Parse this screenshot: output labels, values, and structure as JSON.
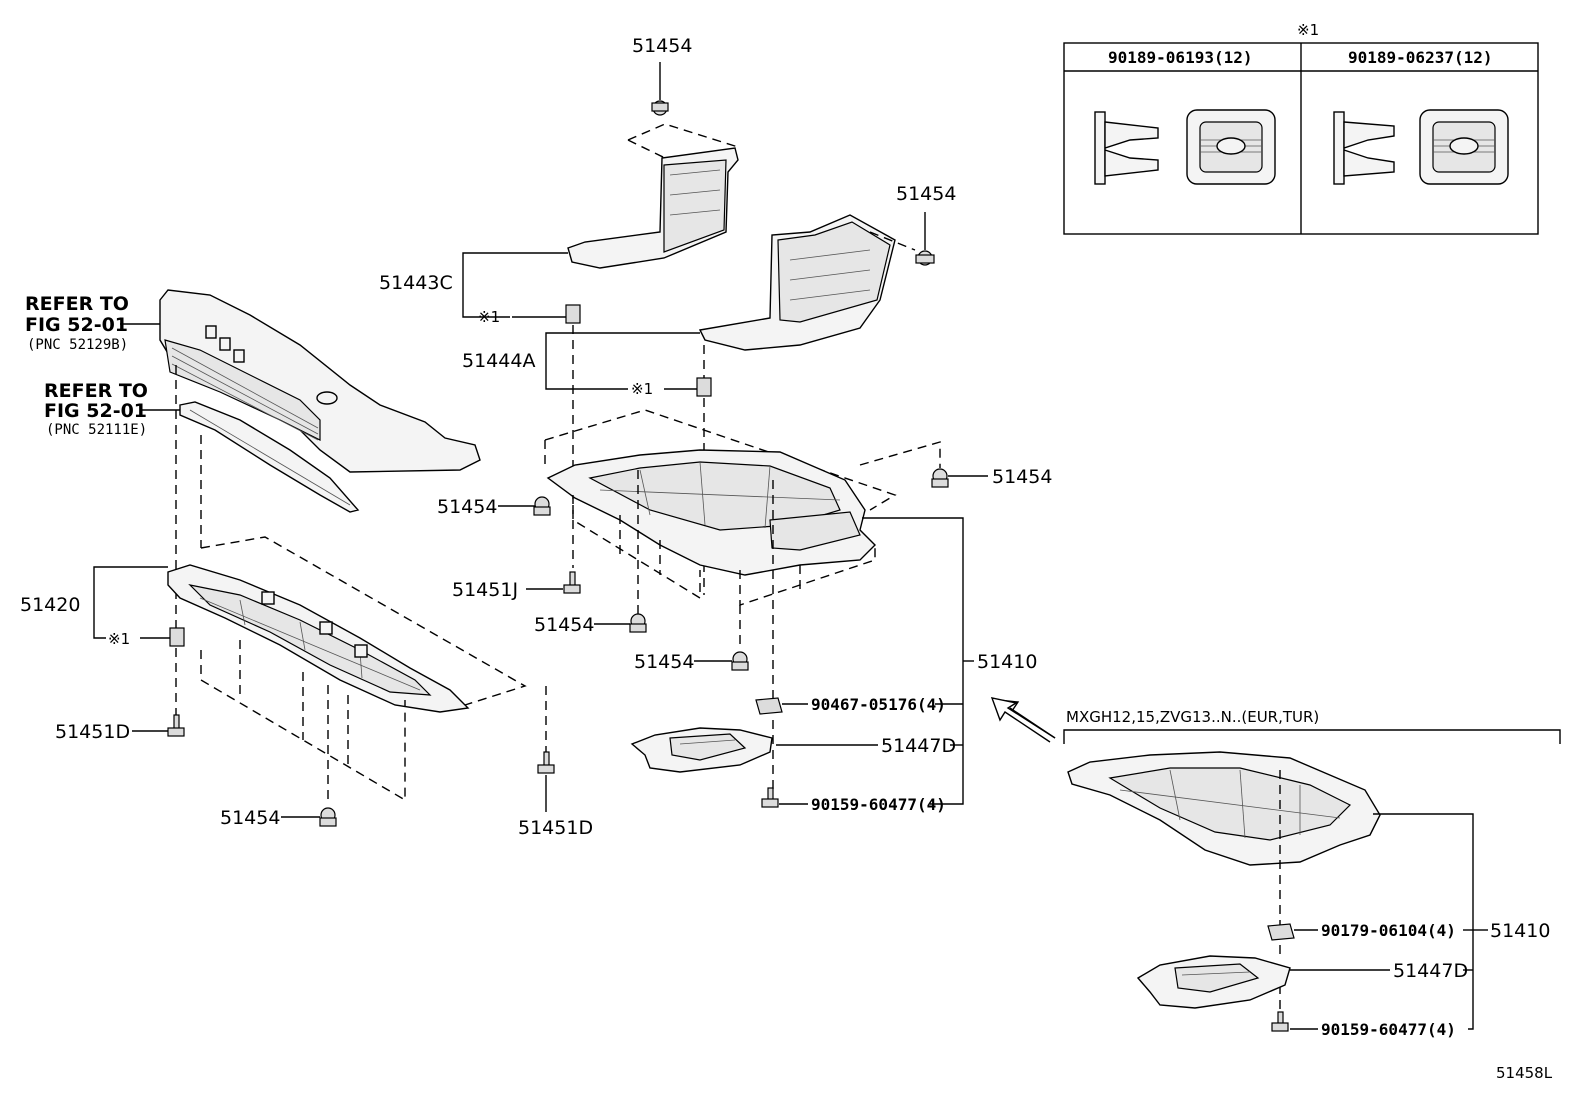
{
  "legend": {
    "marker": "※1",
    "col1_part": "90189-06193(12)",
    "col2_part": "90189-06237(12)"
  },
  "labels": {
    "p51454_top": "51454",
    "p51454_right_top": "51454",
    "p51443c": "51443C",
    "p51443c_note": "※1",
    "p51444a": "51444A",
    "p51444a_note": "※1",
    "p51454_right_mid": "51454",
    "p51454_center": "51454",
    "p51451j": "51451J",
    "p51454_lower1": "51454",
    "p51454_lower2": "51454",
    "p51410_main": "51410",
    "p90467": "90467-05176(4)",
    "p51447d_main": "51447D",
    "p90159_main": "90159-60477(4)",
    "p51420": "51420",
    "p51420_note": "※1",
    "p51451d_left": "51451D",
    "p51454_bottom": "51454",
    "p51451d_right": "51451D",
    "refer1_line1": "REFER TO",
    "refer1_line2": "FIG 52-01",
    "refer1_line3": "(PNC 52129B)",
    "refer2_line1": "REFER TO",
    "refer2_line2": "FIG 52-01",
    "refer2_line3": "(PNC 52111E)",
    "variant_header": "MXGH12,15,ZVG13..N..(EUR,TUR)",
    "p51410_variant": "51410",
    "p90179": "90179-06104(4)",
    "p51447d_variant": "51447D",
    "p90159_variant": "90159-60477(4)",
    "figure_id": "51458L"
  }
}
